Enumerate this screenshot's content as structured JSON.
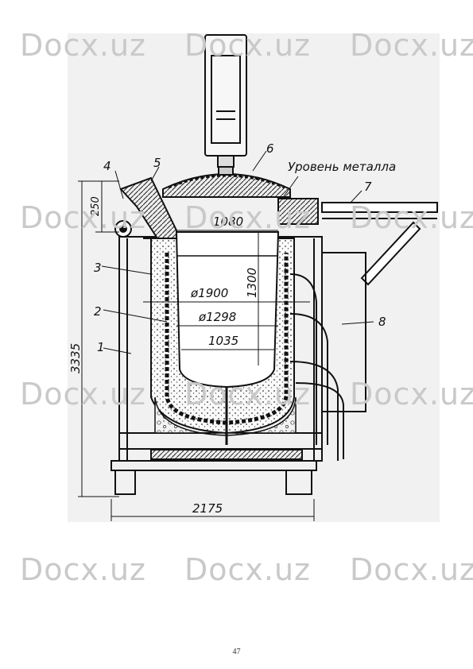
{
  "watermark": "Docx.uz",
  "page_number": "47",
  "callouts": [
    "1",
    "2",
    "3",
    "4",
    "5",
    "6",
    "7",
    "8"
  ],
  "metal_level_label": "Уровень металла",
  "dimensions": {
    "height_total": "3335",
    "lip_height": "250",
    "top_width": "1080",
    "depth": "1300",
    "outer_diameter": "ø1900",
    "inner_diameter": "ø1298",
    "bottom_width": "1035",
    "base_width": "2175"
  }
}
